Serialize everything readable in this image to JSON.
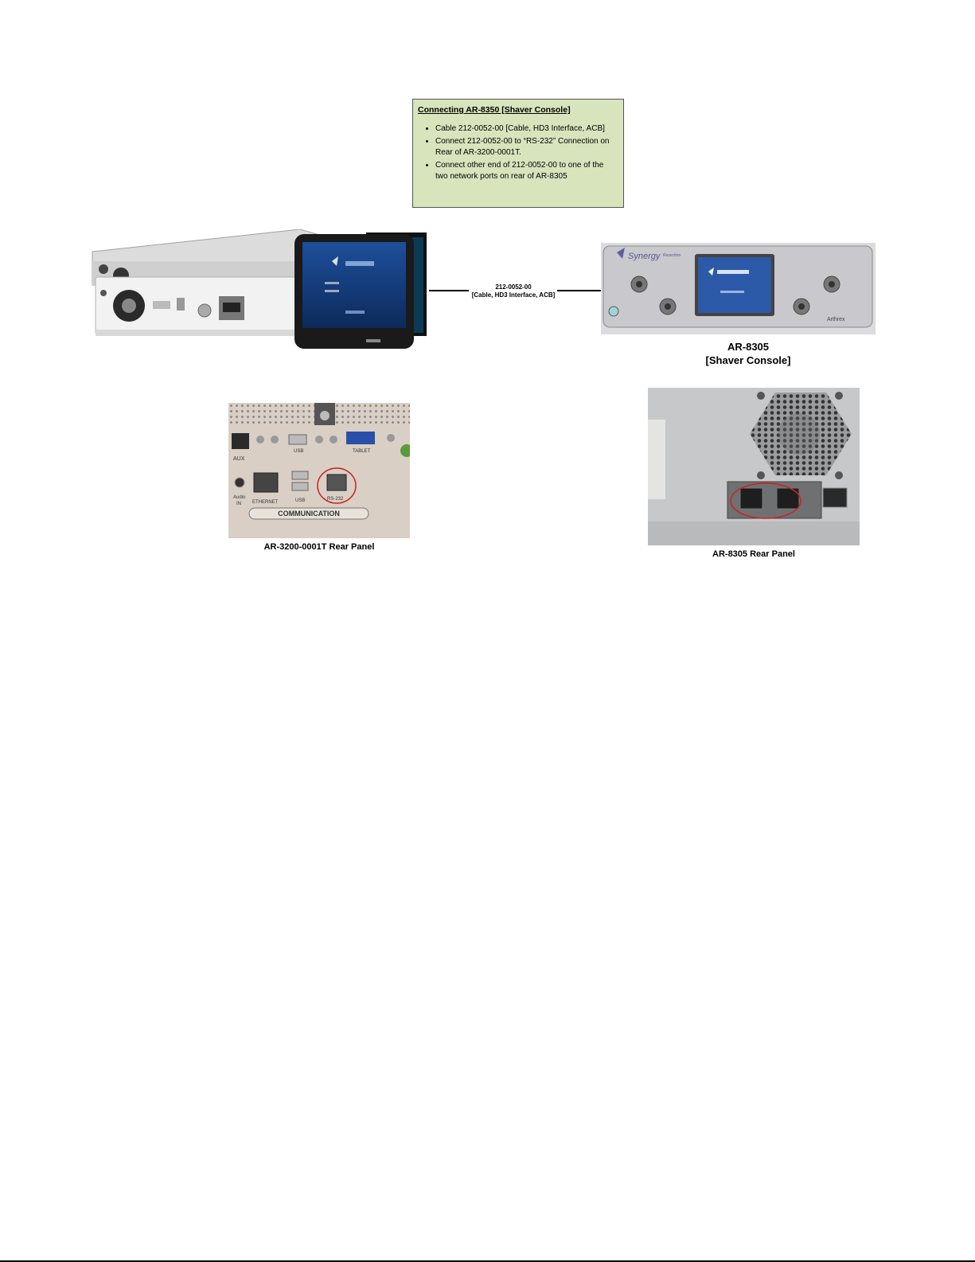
{
  "note": {
    "title": "Connecting AR-8350 [Shaver Console]",
    "bullets": [
      "Cable 212-0052-00 [Cable, HD3 Interface, ACB]",
      "Connect 212-0052-00 to “RS-232” Connection on Rear of AR-3200-0001T.",
      "Connect other end of 212-0052-00 to one of the two network ports on rear of AR-8305"
    ]
  },
  "cable": {
    "line1": "212-0052-00",
    "line2": "[Cable, HD3 Interface, ACB]"
  },
  "shaver": {
    "name": "AR-8305",
    "subtitle": "[Shaver Console]",
    "brand": "Synergy",
    "brand_sub": "Resection",
    "logo": "Arthrex"
  },
  "rear_left": {
    "caption": "AR-3200-0001T Rear Panel",
    "labels": {
      "aux": "AUX",
      "usb_top": "USB",
      "tablet": "TABLET",
      "audio": "Audio",
      "audio_in": "IN",
      "ethernet": "ETHERNET",
      "usb_bottom": "USB",
      "rs232": "RS-232",
      "communication": "COMMUNICATION"
    }
  },
  "rear_right": {
    "caption": "AR-8305 Rear Panel"
  },
  "colors": {
    "note_bg": "#d8e4bc",
    "highlight_circle": "#cc2222",
    "console_face": "#cfcfd3",
    "screen_blue": "#2c5aa8"
  }
}
